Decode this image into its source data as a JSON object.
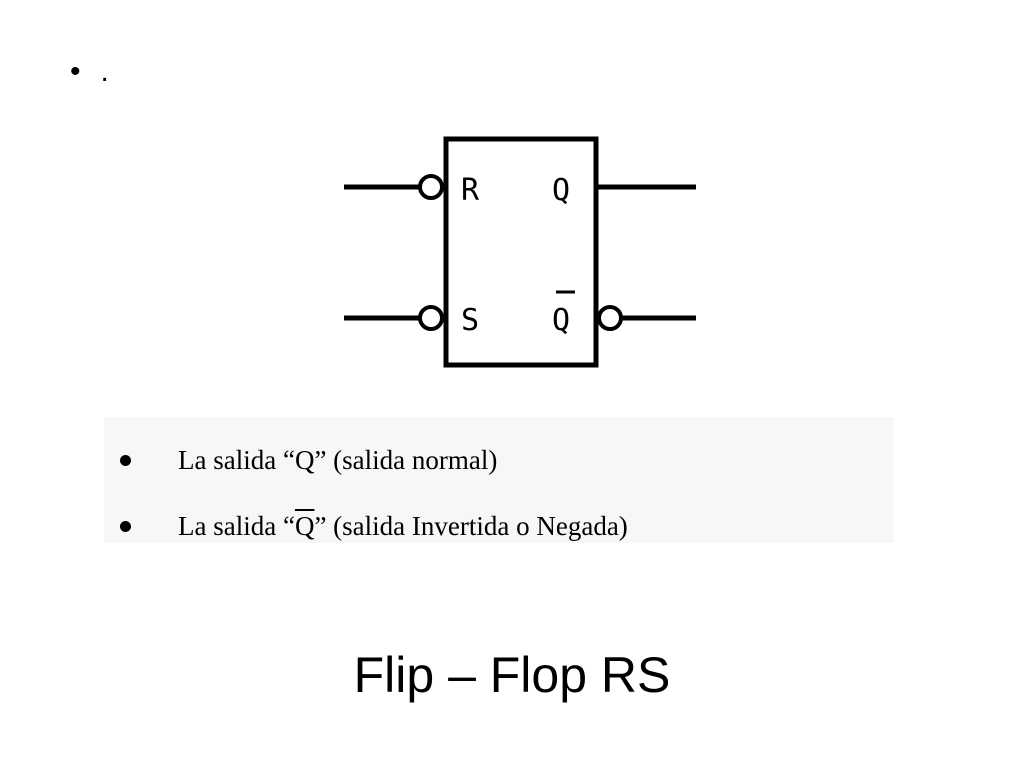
{
  "top_bullet": {
    "bullet": "•",
    "text": "."
  },
  "diagram": {
    "pins": {
      "r": "R",
      "s": "S",
      "q": "Q",
      "qbar": "Q"
    }
  },
  "notes": [
    {
      "prefix": "La salida “",
      "symbol": "Q",
      "suffix": "” (salida normal)"
    },
    {
      "prefix": "La salida “",
      "symbol": "Q",
      "suffix": "” (salida Invertida o Negada)"
    }
  ],
  "title": "Flip – Flop  RS"
}
